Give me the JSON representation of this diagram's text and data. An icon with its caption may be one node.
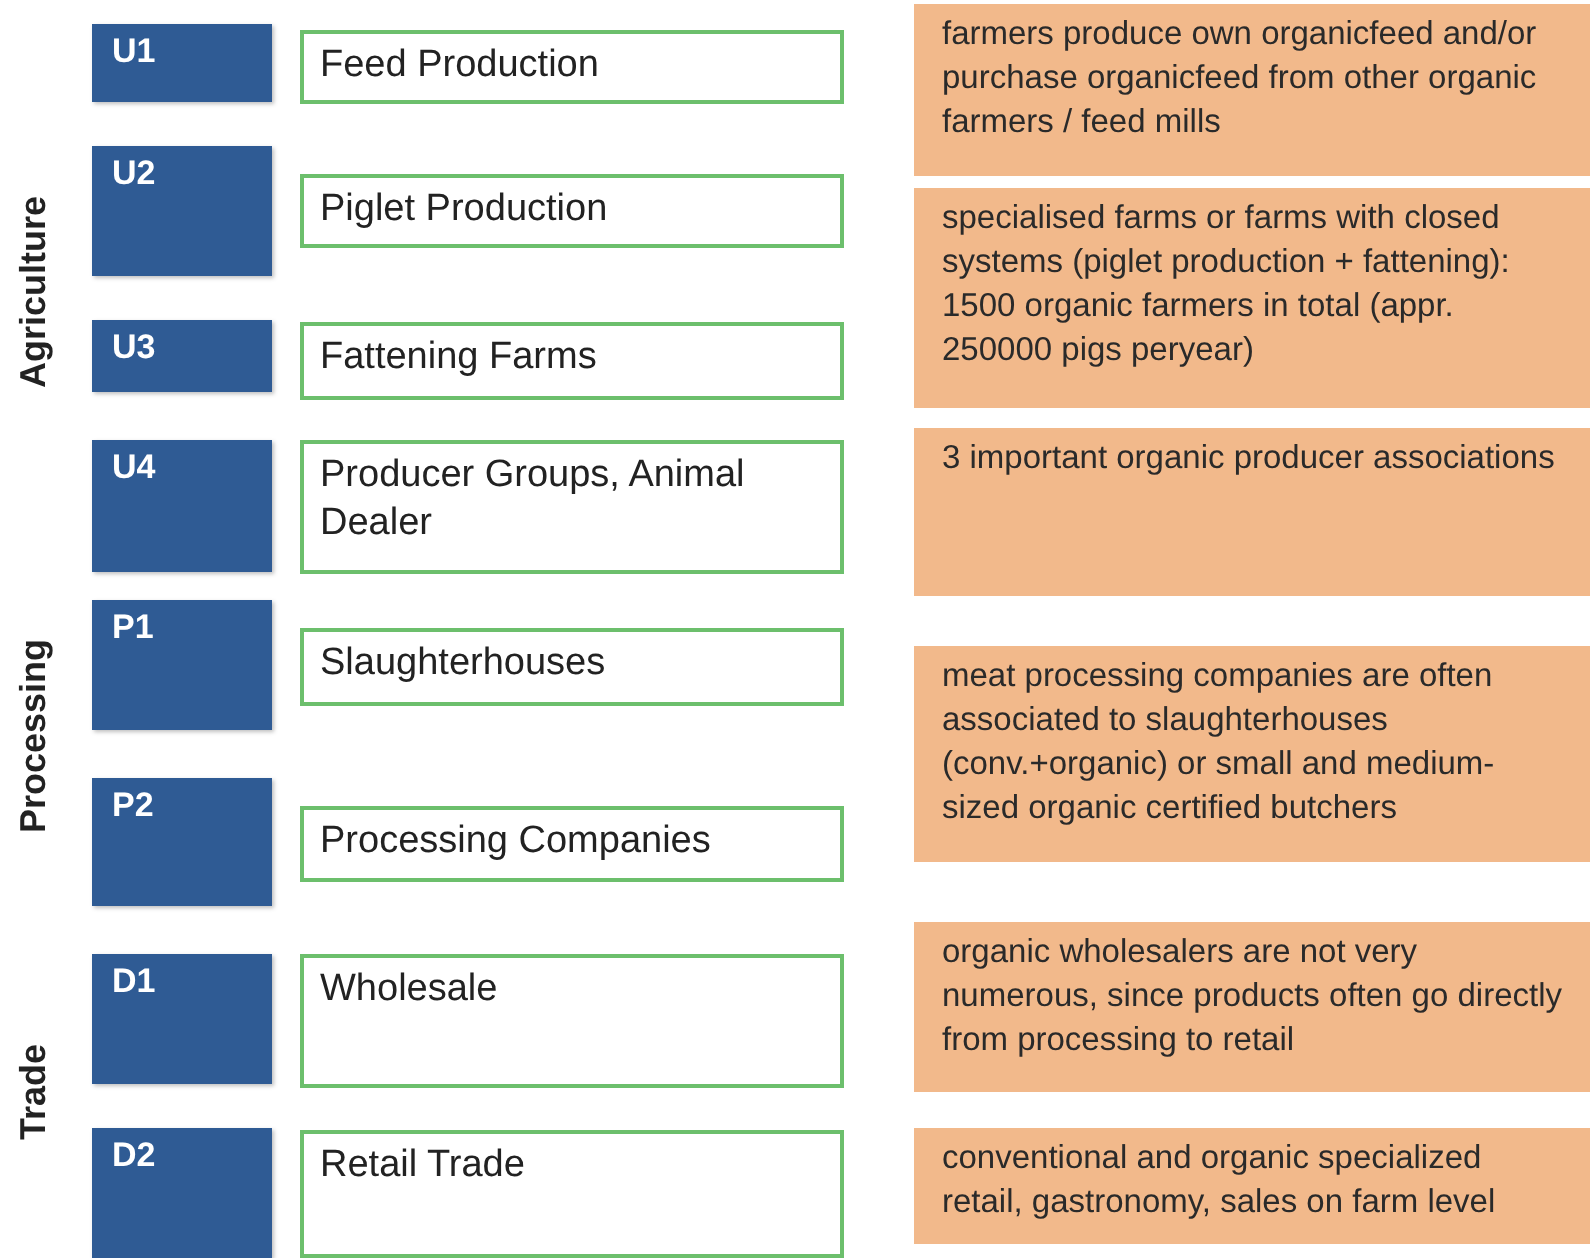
{
  "diagram": {
    "nodes": [
      {
        "text": [
          "U1"
        ]
      },
      {
        "text": [
          "Feed Production"
        ]
      },
      {
        "text": [
          "farmers produce own organicfeed and/or purchase organicfeed from other organic farmers / feed mills"
        ]
      },
      {
        "text": [
          "U2"
        ]
      },
      {
        "text": [
          "Piglet Production"
        ]
      },
      {
        "text": [
          "specialised farms or farms with closed systems (piglet production + fattening): 1500 organic farmers in total (appr. 250000 pigs peryear)"
        ]
      },
      {
        "text": [
          "U3"
        ]
      },
      {
        "text": [
          "Fattening Farms"
        ]
      },
      {
        "text": [
          "U4"
        ]
      },
      {
        "text": [
          "Producer Groups, Animal Dealer"
        ]
      },
      {
        "text": [
          "3 important organic producer associations"
        ]
      },
      {
        "text": [
          "P1"
        ]
      },
      {
        "text": [
          "Slaughterhouses"
        ]
      },
      {
        "text": [
          "meat processing companies are often associated to slaughterhouses (conv.+organic) or small and medium-sized organic certified butchers"
        ]
      },
      {
        "text": [
          "P2"
        ]
      },
      {
        "text": [
          "Processing Companies"
        ]
      },
      {
        "text": [
          "D1"
        ]
      },
      {
        "text": [
          "Wholesale"
        ]
      },
      {
        "text": [
          "organic wholesalers are not very numerous, since products often go directly from processing to retail"
        ]
      },
      {
        "text": [
          "D2"
        ]
      },
      {
        "text": [
          "Retail Trade"
        ]
      },
      {
        "text": [
          "conventional and organic specialized retail, gastronomy, sales on farm level"
        ]
      }
    ],
    "labels": [
      "Agriculture",
      "Processing",
      "Trade"
    ]
  }
}
